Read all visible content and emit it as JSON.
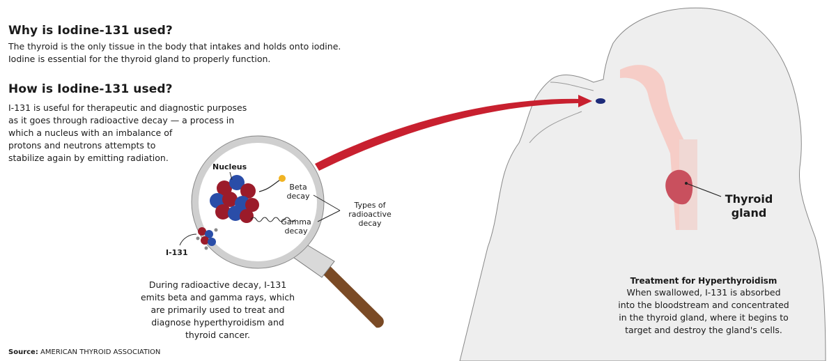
{
  "section1": {
    "heading": "Why is Iodine-131 used?",
    "line1": "The thyroid is the only tissue in the body that intakes and holds onto iodine.",
    "line2": "Iodine is essential for the thyroid gland to properly function."
  },
  "section2": {
    "heading": "How is Iodine-131 used?",
    "lines": [
      "I-131 is useful for therapeutic and diagnostic purposes",
      "as it goes through radioactive decay — a process in",
      "which a nucleus with an imbalance of",
      "protons and neutrons attempts to",
      "stabilize again by emitting radiation."
    ]
  },
  "magnifier": {
    "nucleus_label": "Nucleus",
    "beta_lines": [
      "Beta",
      "decay"
    ],
    "gamma_lines": [
      "Gamma",
      "decay"
    ],
    "types_lines": [
      "Types of",
      "radioactive",
      "decay"
    ],
    "i131_label": "I-131"
  },
  "decay_caption": [
    "During radioactive decay, I-131",
    "emits beta and gamma rays, which",
    "are primarily used to treat and",
    "diagnose hyperthyroidism and",
    "thyroid cancer."
  ],
  "thyroid_label": [
    "Thyroid",
    "gland"
  ],
  "treatment": {
    "title": "Treatment for Hyperthyroidism",
    "lines": [
      "When swallowed, I-131 is absorbed",
      "into the bloodstream and concentrated",
      "in the thyroid gland, where it begins to",
      "target and destroy the gland's cells."
    ]
  },
  "source": {
    "prefix": "Source:",
    "text": "AMERICAN THYROID ASSOCIATION"
  },
  "colors": {
    "arrow_red": "#c8202f",
    "proton_red": "#9b1b2a",
    "neutron_blue": "#2a4da8",
    "silhouette": "#eeeeee",
    "throat_pink": "#f6c9c2",
    "thyroid": "#c9505e",
    "handle_brown": "#7a4a25",
    "beta_yellow": "#f0b323"
  }
}
